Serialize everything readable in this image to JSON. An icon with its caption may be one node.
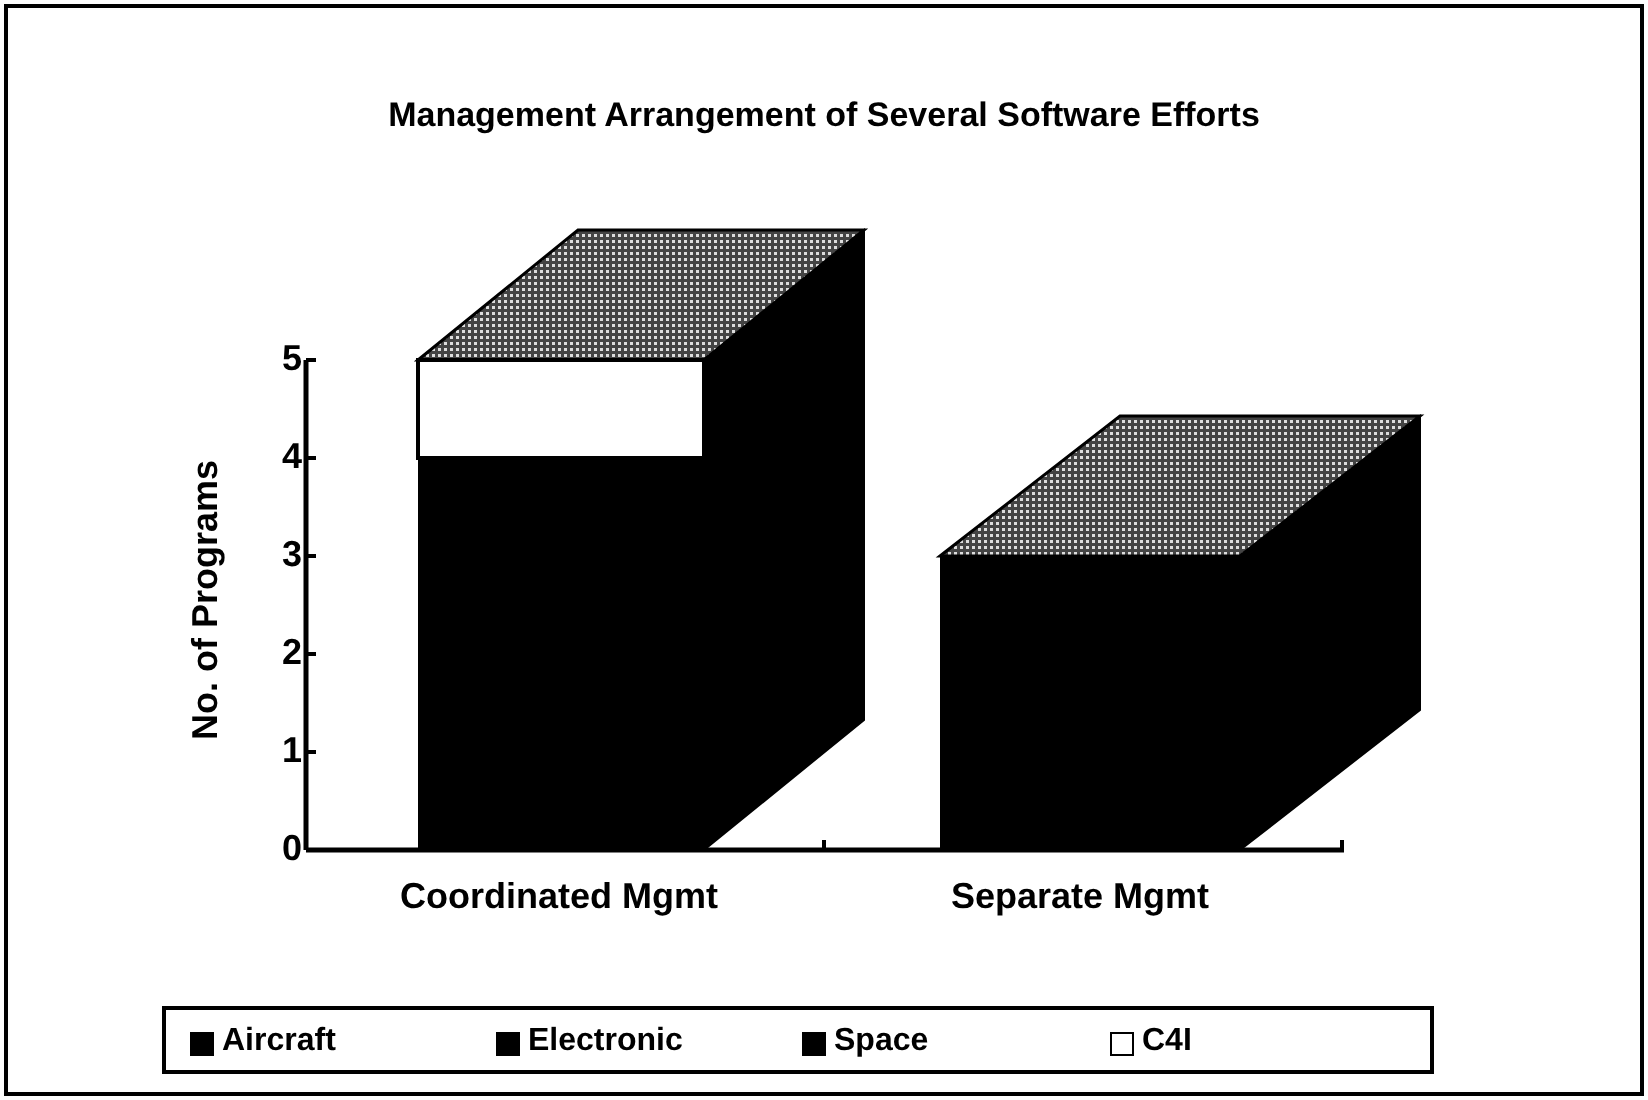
{
  "diagram": {
    "title": "Management Arrangement of Several Software Efforts",
    "legend": [
      {
        "text": "Aircraft",
        "color": "#000000"
      },
      {
        "text": "Electronic",
        "color": "#000000"
      },
      {
        "text": "Space",
        "color": "#000000"
      },
      {
        "text": "C4I",
        "color": "#ffffff"
      }
    ],
    "chart_data": {
      "type": "bar",
      "ylabel": "No. of Programs",
      "categories": [
        "Coordinated Mgmt",
        "Separate Mgmt"
      ],
      "series": [
        {
          "color": "#000000",
          "values": [
            4,
            3
          ]
        },
        {
          "color": "#ffffff",
          "values": [
            1,
            0
          ]
        }
      ],
      "ylim": [
        0,
        5
      ],
      "yticks": [
        0,
        1,
        2,
        3,
        4,
        5
      ],
      "stacked": true
    }
  }
}
